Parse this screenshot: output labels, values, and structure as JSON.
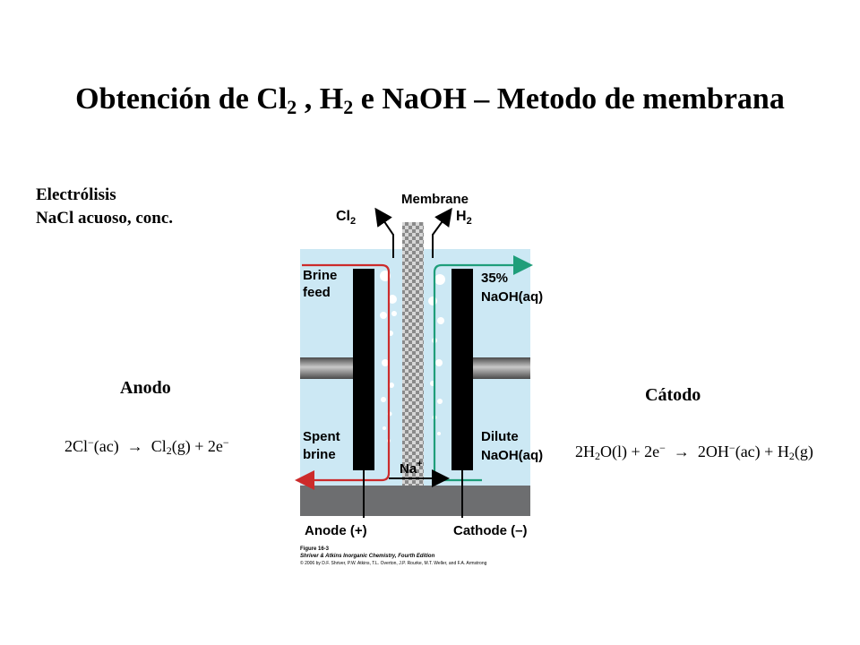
{
  "title": {
    "part1": "Obtención de Cl",
    "sub1": "2",
    "part2": " , H",
    "sub2": "2",
    "part3": " e NaOH – Metodo de membrana"
  },
  "intro": {
    "line1": "Electrólisis",
    "line2": "NaCl acuoso, conc."
  },
  "anode": {
    "heading": "Anodo",
    "equation": {
      "lhs": "2Cl",
      "lhs_sup": "−",
      "lhs_state": "(ac)",
      "arrow": "→",
      "p1": "Cl",
      "p1_sub": "2",
      "p1_state": "(g) + 2e",
      "p1_sup": "−"
    }
  },
  "cathode": {
    "heading": "Cátodo",
    "equation": {
      "r1": "2H",
      "r1_sub": "2",
      "r1_rest": "O(l) + 2e",
      "r1_sup": "−",
      "arrow": "→",
      "p1": "2OH",
      "p1_sup": "−",
      "p1_rest": "(ac) + H",
      "p1_sub": "2",
      "p1_state": "(g)"
    }
  },
  "diagram": {
    "membrane_label": "Membrane",
    "cl2": "Cl",
    "cl2_sub": "2",
    "h2": "H",
    "h2_sub": "2",
    "brine_feed": [
      "Brine",
      "feed"
    ],
    "naoh_out": [
      "35%",
      "NaOH(aq)"
    ],
    "spent_brine": [
      "Spent",
      "brine"
    ],
    "dilute_naoh": [
      "Dilute",
      "NaOH(aq)"
    ],
    "na_ion": "Na",
    "na_sup": "+",
    "anode_label": "Anode (+)",
    "cathode_label": "Cathode (–)",
    "caption": [
      "Figure 16-3",
      "Shriver & Atkins Inorganic Chemistry, Fourth Edition",
      "© 2006 by D.F. Shriver, P.W. Atkins, T.L. Overton, J.P. Rourke, M.T. Weller, and F.A. Armstrong"
    ],
    "colors": {
      "solution": "#cce8f4",
      "brine_arrow": "#cc2b2b",
      "naoh_arrow": "#1f9e7a",
      "electrode": "#000000",
      "base": "#6d6e70"
    }
  }
}
